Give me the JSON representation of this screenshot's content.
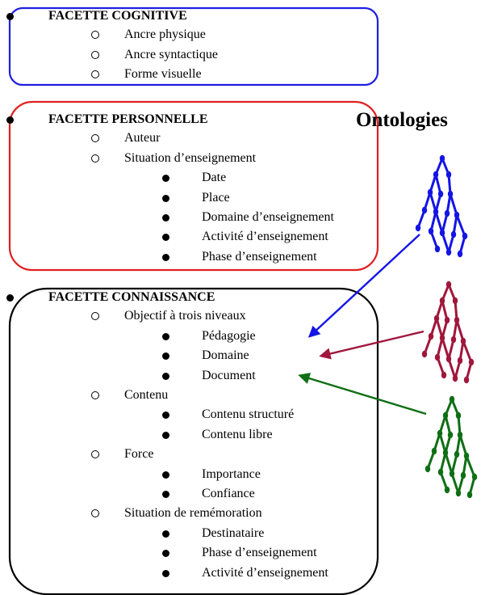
{
  "diagram": {
    "title": "Ontologies",
    "facets": [
      {
        "label": "FACETTE COGNITIVE",
        "frame_color": "#1f1fe0",
        "items": [
          {
            "level": 2,
            "text": "Ancre physique"
          },
          {
            "level": 2,
            "text": "Ancre syntactique"
          },
          {
            "level": 2,
            "text": "Forme visuelle"
          }
        ]
      },
      {
        "label": "FACETTE PERSONNELLE",
        "frame_color": "#e01f1f",
        "items": [
          {
            "level": 2,
            "text": "Auteur"
          },
          {
            "level": 2,
            "text": "Situation d’enseignement"
          },
          {
            "level": 3,
            "text": "Date"
          },
          {
            "level": 3,
            "text": "Place"
          },
          {
            "level": 3,
            "text": "Domaine d’enseignement"
          },
          {
            "level": 3,
            "text": "Activité d’enseignement"
          },
          {
            "level": 3,
            "text": "Phase d’enseignement"
          }
        ]
      },
      {
        "label": "FACETTE CONNAISSANCE",
        "frame_color": "#000000",
        "items": [
          {
            "level": 2,
            "text": "Objectif à trois niveaux"
          },
          {
            "level": 3,
            "text": "Pédagogie"
          },
          {
            "level": 3,
            "text": "Domaine"
          },
          {
            "level": 3,
            "text": "Document"
          },
          {
            "level": 2,
            "text": "Contenu"
          },
          {
            "level": 3,
            "text": "Contenu structuré"
          },
          {
            "level": 3,
            "text": "Contenu libre"
          },
          {
            "level": 2,
            "text": "Force"
          },
          {
            "level": 3,
            "text": "Importance"
          },
          {
            "level": 3,
            "text": "Confiance"
          },
          {
            "level": 2,
            "text": "Situation de remémoration"
          },
          {
            "level": 3,
            "text": "Destinataire"
          },
          {
            "level": 3,
            "text": "Phase d’enseignement"
          },
          {
            "level": 3,
            "text": "Activité d’enseignement"
          }
        ]
      }
    ],
    "ontology_trees": [
      {
        "color": "#1414e6",
        "points_to": "Pédagogie"
      },
      {
        "color": "#a0163c",
        "points_to": "Domaine"
      },
      {
        "color": "#0e6e14",
        "points_to": "Document"
      }
    ]
  }
}
